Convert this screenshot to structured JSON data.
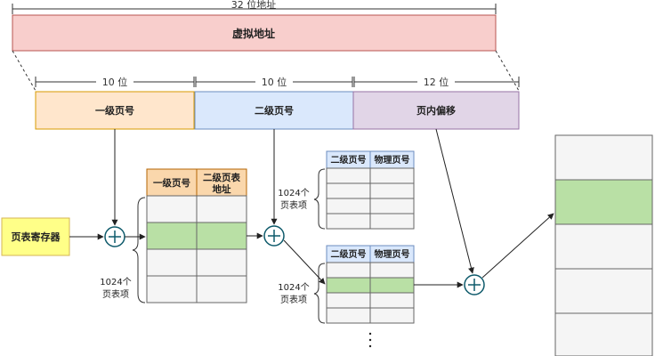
{
  "top_dimension": "32 位地址",
  "virtual_address": "虚拟地址",
  "bit_widths": [
    "10 位",
    "10 位",
    "12 位"
  ],
  "fields": {
    "first_level": "一级页号",
    "second_level": "二级页号",
    "offset": "页内偏移"
  },
  "page_table_register": "页表寄存器",
  "first_table": {
    "header_col1": "一级页号",
    "header_col2_line1": "二级页表",
    "header_col2_line2": "地址",
    "size_line1": "1024个",
    "size_line2": "页表项"
  },
  "second_table_top": {
    "header_col1": "二级页号",
    "header_col2": "物理页号",
    "size_line1": "1024个",
    "size_line2": "页表项"
  },
  "second_table_bottom": {
    "header_col1": "二级页号",
    "header_col2": "物理页号",
    "size_line1": "1024个",
    "size_line2": "页表项"
  },
  "ellipsis": "·  ·  ·",
  "colors": {
    "virtual_address_fill": "#f8cecc",
    "virtual_address_stroke": "#b85450",
    "first_level_fill": "#ffe6cc",
    "first_level_stroke": "#d79b00",
    "second_level_fill": "#dae8fc",
    "second_level_stroke": "#6c8ebf",
    "offset_fill": "#e1d5e7",
    "offset_stroke": "#9673a6",
    "register_fill": "#ffff88",
    "register_stroke": "#d6b656",
    "table_header_orange": "#fad7ac",
    "table_header_blue": "#dae8fc",
    "row_gray": "#f5f5f5",
    "row_green": "#b9e0a5",
    "adder_stroke": "#0e5a6b"
  }
}
